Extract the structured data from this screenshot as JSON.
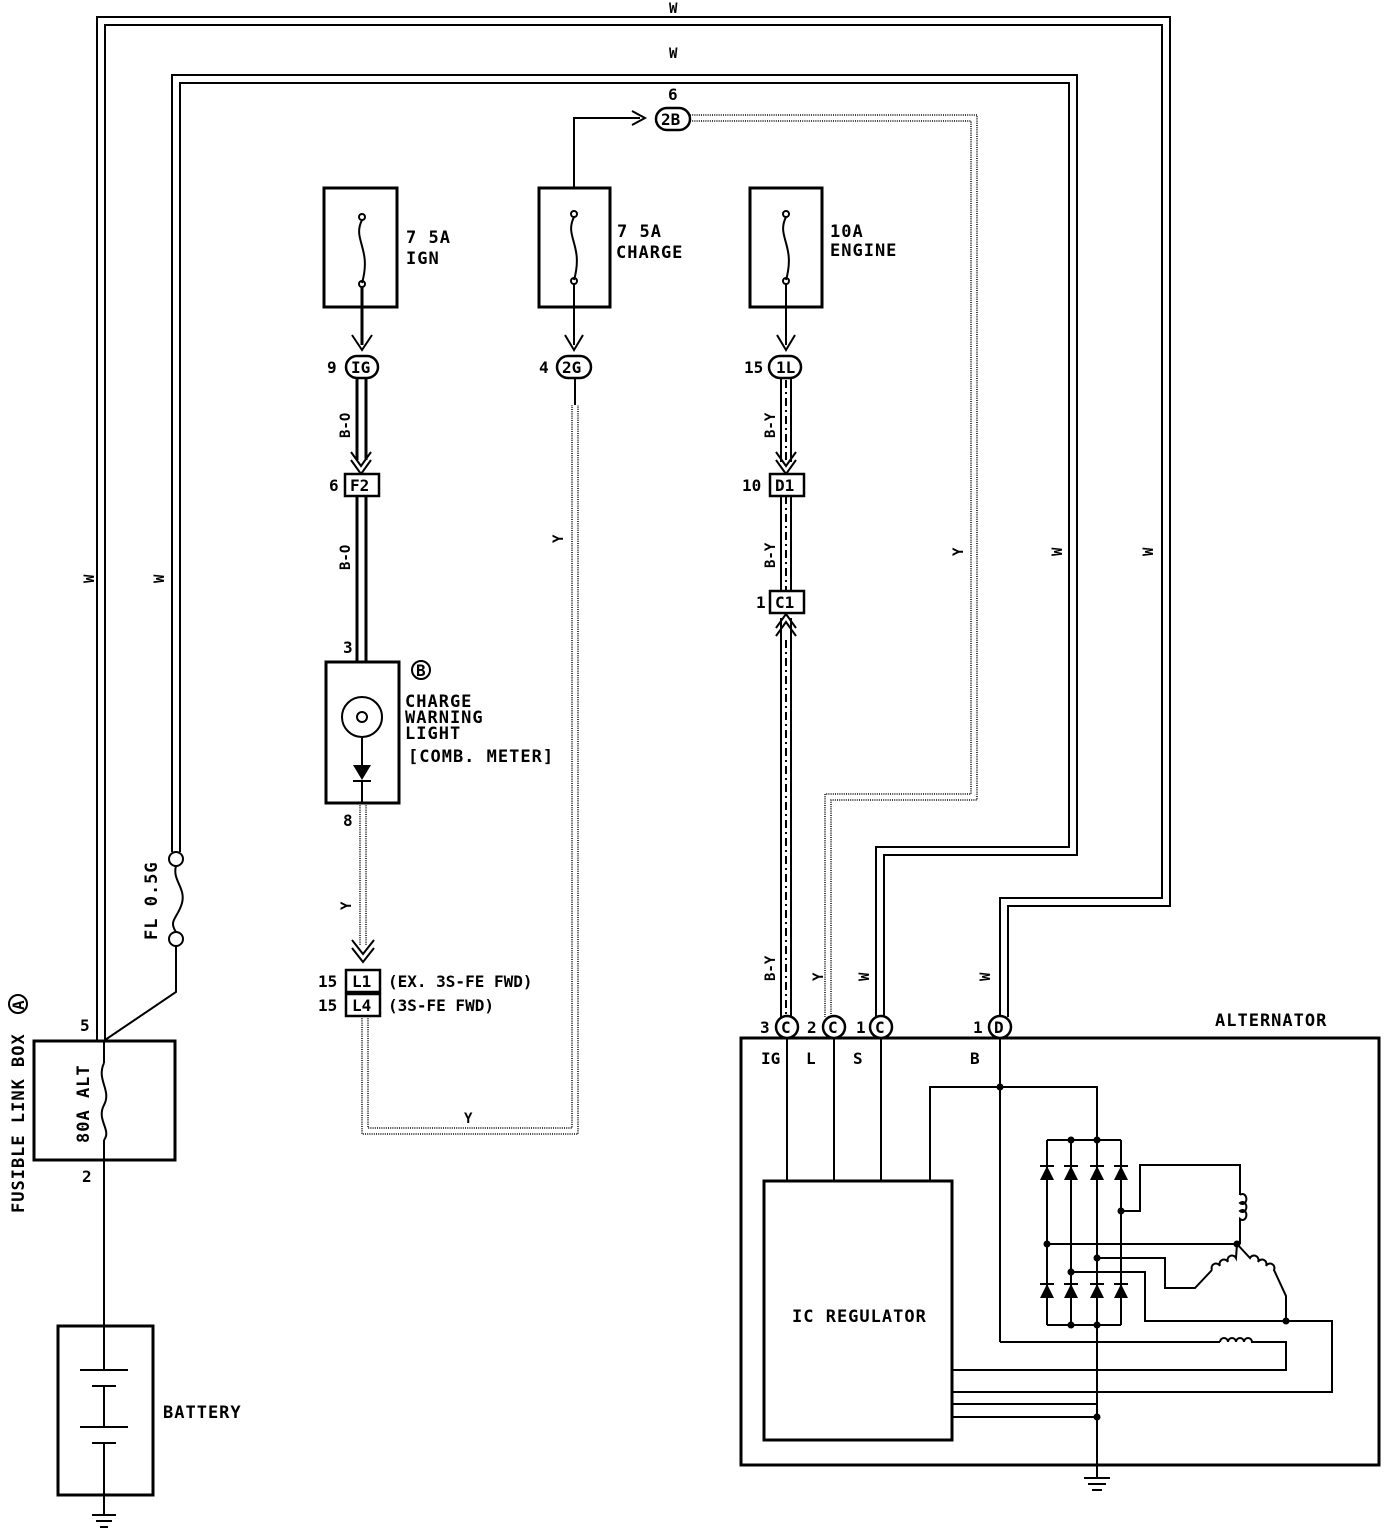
{
  "fuses": {
    "ign": {
      "rating": "7 5A",
      "name": "IGN"
    },
    "charge": {
      "rating": "7 5A",
      "name": "CHARGE"
    },
    "engine": {
      "rating": "10A",
      "name": "ENGINE"
    }
  },
  "connectors": {
    "ig": {
      "pin": "9",
      "code": "IG"
    },
    "g2": {
      "pin": "4",
      "code": "2G"
    },
    "l1top": {
      "pin": "15",
      "code": "1L"
    },
    "b2": {
      "pin": "6",
      "code": "2B"
    },
    "f2": {
      "pin": "6",
      "code": "F2"
    },
    "d1": {
      "pin": "10",
      "code": "D1"
    },
    "c1": {
      "pin": "1",
      "code": "C1"
    },
    "l1": {
      "pin": "15",
      "code": "L1",
      "note": "(EX. 3S-FE FWD)"
    },
    "l4": {
      "pin": "15",
      "code": "L4",
      "note": "(3S-FE FWD)"
    },
    "alt_ig": {
      "pin": "3",
      "code": "C",
      "term": "IG"
    },
    "alt_l": {
      "pin": "2",
      "code": "C",
      "term": "L"
    },
    "alt_s": {
      "pin": "1",
      "code": "C",
      "term": "S"
    },
    "alt_b": {
      "pin": "1",
      "code": "D",
      "term": "B"
    }
  },
  "warning_light": {
    "marker": "B",
    "line1": "CHARGE",
    "line2": "WARNING",
    "line3": "LIGHT",
    "line4": "[COMB. METER]",
    "pin_top": "3",
    "pin_bottom": "8"
  },
  "fusible_link_box": {
    "label": "FUSIBLE LINK BOX",
    "marker": "A",
    "fuse": "80A ALT",
    "pin_top": "5",
    "pin_bottom": "2"
  },
  "fusible_link": {
    "label": "FL 0.5G"
  },
  "battery": {
    "label": "BATTERY"
  },
  "alternator": {
    "label": "ALTERNATOR"
  },
  "regulator": {
    "label": "IC REGULATOR"
  },
  "wire_colors": {
    "w": "W",
    "y": "Y",
    "bo": "B-O",
    "by": "B-Y"
  }
}
